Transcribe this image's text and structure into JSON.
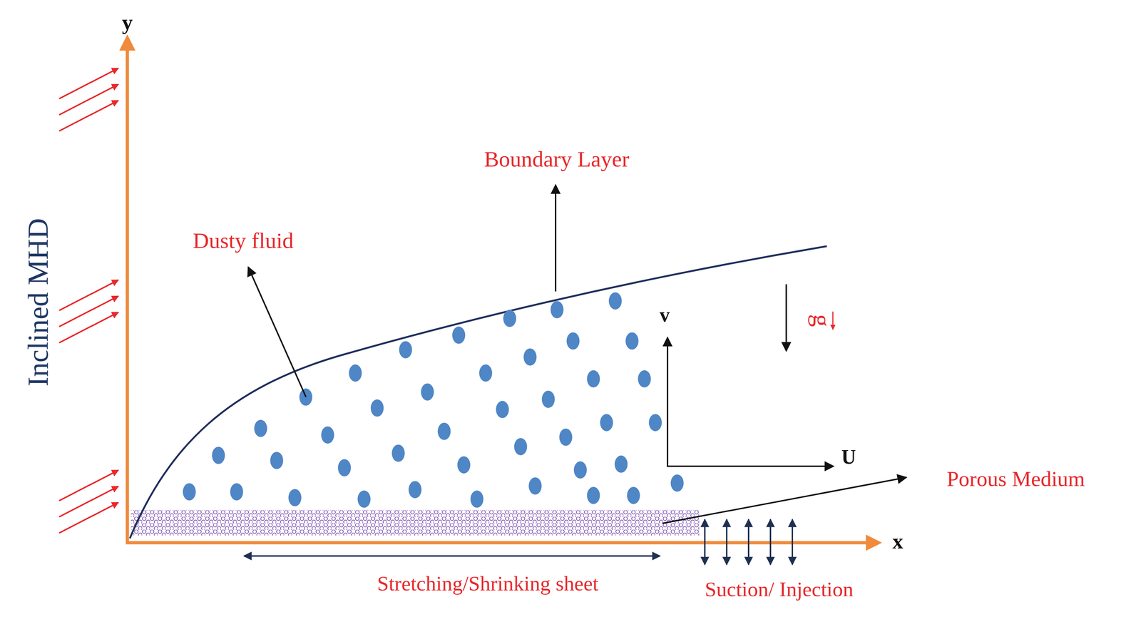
{
  "diagram": {
    "labels": [
      "y",
      "x",
      "Inclined MHD",
      "Boundary Layer",
      "Dusty fluid",
      "v",
      "U",
      "g",
      "Porous Medium",
      "Stretching/Shrinking sheet",
      "Suction/ Injection"
    ]
  }
}
